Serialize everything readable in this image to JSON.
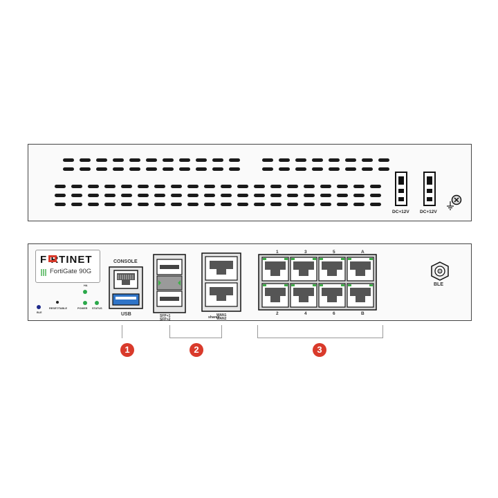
{
  "rear_panel": {
    "dc_inputs": [
      {
        "label": "DC+12V"
      },
      {
        "label": "DC+12V"
      }
    ],
    "icons": [
      "ground-symbol",
      "screw"
    ]
  },
  "front_panel": {
    "brand": "F RTINET",
    "model": "FortiGate 90G",
    "leds": [
      {
        "label": "BLE",
        "color": "#1e2a8a"
      },
      {
        "label": "RESET/TABLE",
        "color": "#222222"
      },
      {
        "label": "HA",
        "color": "#2aa84a"
      },
      {
        "label": "POWER",
        "color": "#2aa84a"
      },
      {
        "label": "STATUS",
        "color": "#2aa84a"
      }
    ],
    "console_label": "CONSOLE",
    "usb_label": "USB",
    "sfp_labels": [
      "SFP+1",
      "SFP+2"
    ],
    "shared_label": "shared",
    "wan_labels": [
      "WAN1",
      "WAN2"
    ],
    "rj45_top_labels": [
      "1",
      "3",
      "5",
      "A"
    ],
    "rj45_bottom_labels": [
      "2",
      "4",
      "6",
      "B"
    ],
    "ble_label": "BLE"
  },
  "callouts": [
    "1",
    "2",
    "3"
  ],
  "colors": {
    "callout": "#d93a2b",
    "led_green": "#2aa84a",
    "port_green": "#3fae49",
    "usb_blue": "#2f74c8"
  }
}
